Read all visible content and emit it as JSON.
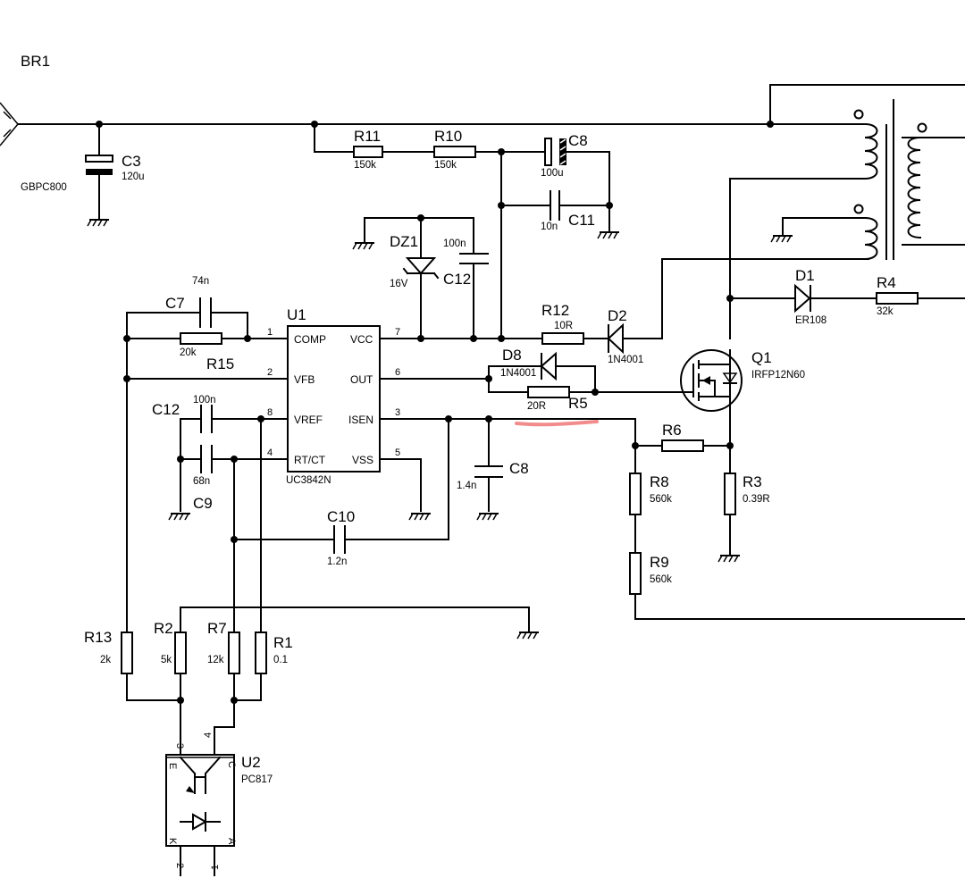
{
  "bridge": {
    "ref": "BR1",
    "value": "GBPC800"
  },
  "capacitors": {
    "C3": {
      "ref": "C3",
      "value": "120u"
    },
    "C8a": {
      "ref": "C8",
      "value": "100u"
    },
    "C11": {
      "ref": "C11",
      "value": "10n"
    },
    "C12a": {
      "ref": "C12",
      "value": "100n"
    },
    "C7": {
      "ref": "C7",
      "value": "74n"
    },
    "C12b": {
      "ref": "C12",
      "value": "100n"
    },
    "C9": {
      "ref": "C9",
      "value": "68n"
    },
    "C10": {
      "ref": "C10",
      "value": "1.2n"
    },
    "C8b": {
      "ref": "C8",
      "value": "1.4n"
    }
  },
  "resistors": {
    "R11": {
      "ref": "R11",
      "value": "150k"
    },
    "R10": {
      "ref": "R10",
      "value": "150k"
    },
    "R12": {
      "ref": "R12",
      "value": "10R"
    },
    "R15": {
      "ref": "R15",
      "value": "20k"
    },
    "R5": {
      "ref": "R5",
      "value": "20R"
    },
    "R6": {
      "ref": "R6",
      "value": ""
    },
    "R8": {
      "ref": "R8",
      "value": "560k"
    },
    "R9": {
      "ref": "R9",
      "value": "560k"
    },
    "R3": {
      "ref": "R3",
      "value": "0.39R"
    },
    "R4": {
      "ref": "R4",
      "value": "32k"
    },
    "R13": {
      "ref": "R13",
      "value": "2k"
    },
    "R2": {
      "ref": "R2",
      "value": "5k"
    },
    "R7": {
      "ref": "R7",
      "value": "12k"
    },
    "R1": {
      "ref": "R1",
      "value": "0.1"
    }
  },
  "diodes": {
    "DZ1": {
      "ref": "DZ1",
      "value": "16V"
    },
    "D2": {
      "ref": "D2",
      "value": "1N4001"
    },
    "D8": {
      "ref": "D8",
      "value": "1N4001"
    },
    "D1": {
      "ref": "D1",
      "value": "ER108"
    }
  },
  "ic": {
    "ref": "U1",
    "part": "UC3842N",
    "pins": {
      "comp": {
        "num": "1",
        "name": "COMP"
      },
      "vfb": {
        "num": "2",
        "name": "VFB"
      },
      "vref": {
        "num": "8",
        "name": "VREF"
      },
      "rtct": {
        "num": "4",
        "name": "RT/CT"
      },
      "vcc": {
        "num": "7",
        "name": "VCC"
      },
      "out": {
        "num": "6",
        "name": "OUT"
      },
      "isen": {
        "num": "3",
        "name": "ISEN"
      },
      "vss": {
        "num": "5",
        "name": "VSS"
      }
    }
  },
  "mosfet": {
    "ref": "Q1",
    "value": "IRFP12N60"
  },
  "optocoupler": {
    "ref": "U2",
    "part": "PC817",
    "pins": {
      "p3": "3",
      "p4": "4",
      "p2": "2",
      "p1": "1",
      "e": "E",
      "c": "C",
      "k": "K",
      "a": "A"
    }
  },
  "colors": {
    "wire": "#000000",
    "highlight": "#f07878"
  }
}
